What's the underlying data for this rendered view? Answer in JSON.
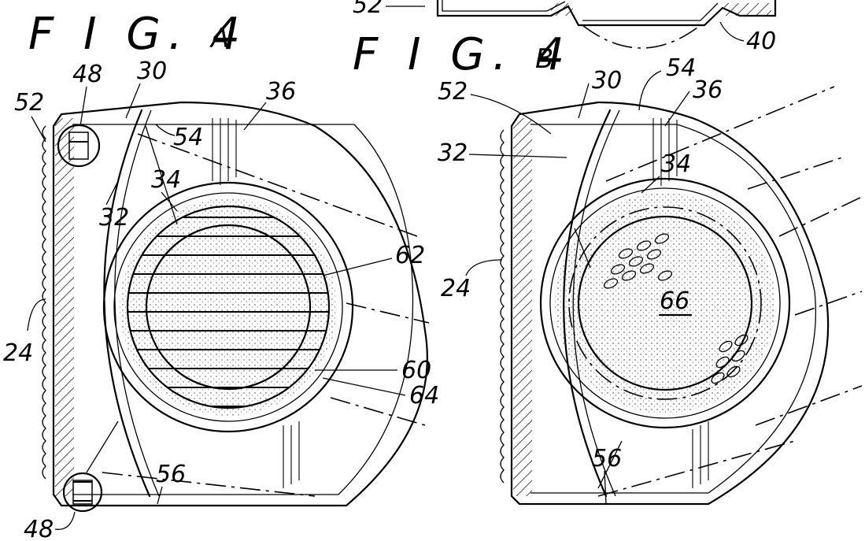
{
  "figures": {
    "fig4a": {
      "title_main": "F I G. 4",
      "title_sub": "A",
      "labels": {
        "l48_top": "48",
        "l30": "30",
        "l36": "36",
        "l52": "52",
        "l54": "54",
        "l34": "34",
        "l32": "32",
        "l62": "62",
        "l24": "24",
        "l60": "60",
        "l64": "64",
        "l56": "56",
        "l48_bottom": "48"
      }
    },
    "fig4b": {
      "title_main": "F I G. 4",
      "title_sub": "B",
      "labels": {
        "l54": "54",
        "l30": "30",
        "l36": "36",
        "l52": "52",
        "l32": "32",
        "l34": "34",
        "l24": "24",
        "l66": "66",
        "l56": "56"
      }
    },
    "top_fragment": {
      "labels": {
        "l52": "52",
        "l40": "40"
      }
    }
  }
}
